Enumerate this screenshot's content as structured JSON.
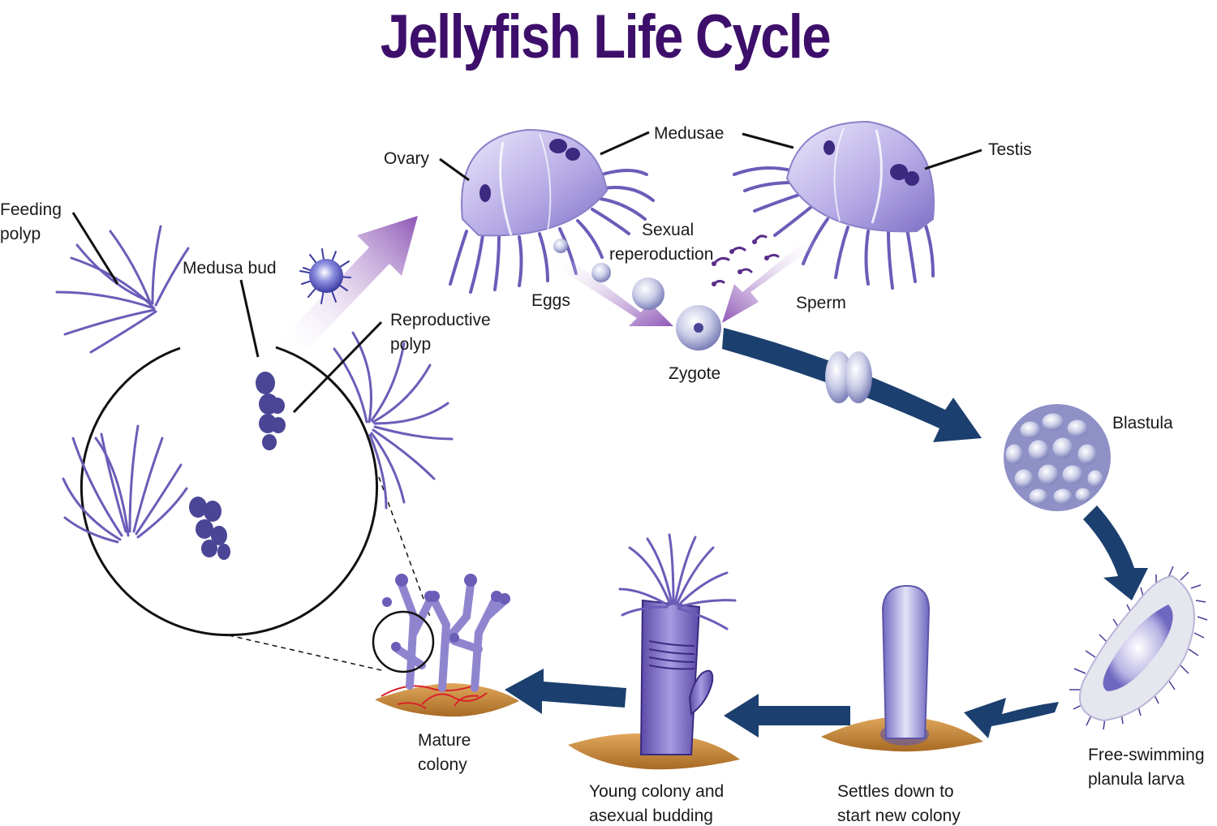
{
  "title": "Jellyfish Life Cycle",
  "labels": {
    "feeding_polyp": [
      "Feeding",
      "polyp"
    ],
    "medusa_bud": "Medusa bud",
    "reproductive_polyp": [
      "Reproductive",
      "polyp"
    ],
    "ovary": "Ovary",
    "medusae": "Medusae",
    "testis": "Testis",
    "sexual_reproduction": [
      "Sexual",
      "reperoduction"
    ],
    "eggs": "Eggs",
    "sperm": "Sperm",
    "zygote": "Zygote",
    "blastula": "Blastula",
    "planula": [
      "Free-swimming",
      "planula larva"
    ],
    "settles": [
      "Settles down to",
      "start new colony"
    ],
    "young_colony": [
      "Young colony and",
      "asexual budding"
    ],
    "mature_colony": [
      "Mature",
      "colony"
    ]
  },
  "colors": {
    "title": "#3d0f6b",
    "cycle_arrow": "#1b3f6e",
    "organism": "#8a7fd0",
    "organism_dark": "#3b2a80",
    "ground": "#c98a3a",
    "purple_arrow": "#8d55b5"
  }
}
